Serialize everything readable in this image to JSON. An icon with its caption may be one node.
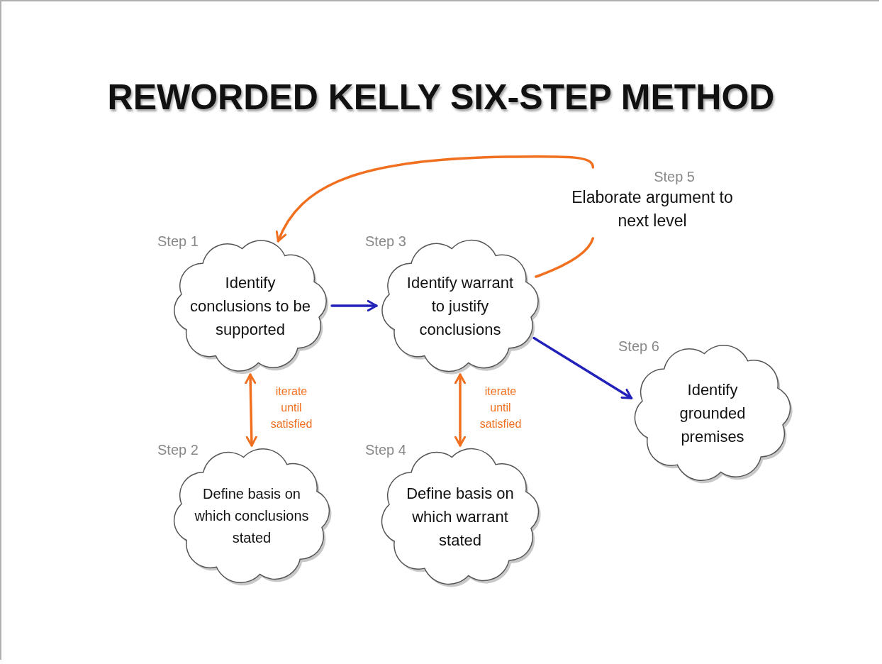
{
  "diagram": {
    "title": "REWORDED KELLY SIX-STEP METHOD",
    "nodes": [
      {
        "text": [
          "Step 1",
          "Identify conclusions to be supported"
        ]
      },
      {
        "text": [
          "Step 2",
          "Define basis on which conclusions stated"
        ]
      },
      {
        "text": [
          "Step 3",
          "Identify warrant to justify conclusions"
        ]
      },
      {
        "text": [
          "Step 4",
          "Define basis on which warrant stated"
        ]
      },
      {
        "text": [
          "Step 5",
          "Elaborate argument to next level"
        ]
      },
      {
        "text": [
          "Step 6",
          "Identify grounded premises"
        ]
      }
    ],
    "edges": [
      {
        "from": 0,
        "to": 2,
        "arrow": "to",
        "color": "#2222bb"
      },
      {
        "from": 0,
        "to": 1,
        "arrow": "both",
        "label": "iterate until satisfied"
      },
      {
        "from": 2,
        "to": 3,
        "arrow": "both",
        "label": "iterate until satisfied"
      },
      {
        "from": 2,
        "to": 5,
        "arrow": "to",
        "color": "#2222bb"
      },
      {
        "from": 2,
        "to": 4,
        "arrow": "none"
      },
      {
        "from": 4,
        "to": 0,
        "arrow": "to"
      }
    ]
  }
}
